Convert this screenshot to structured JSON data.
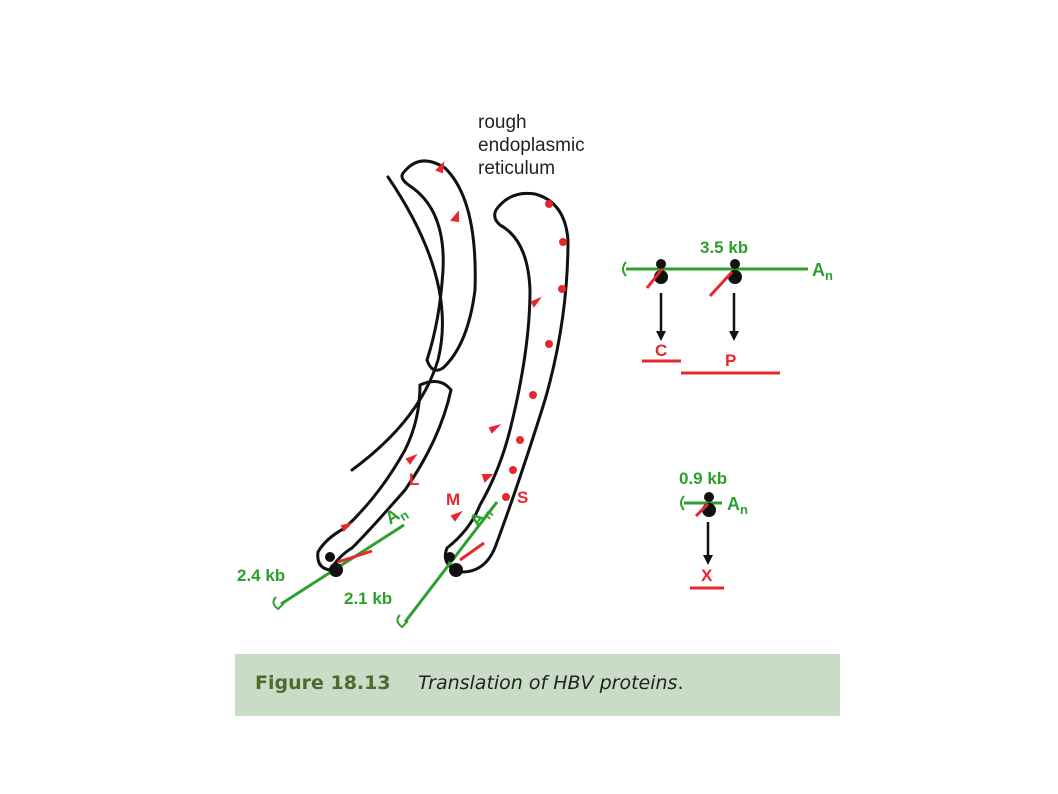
{
  "colors": {
    "membrane": "#111111",
    "mrna": "#2ca02c",
    "protein": "#e8262d",
    "caption_bg": "#c8dcc6",
    "caption_number": "#4e6a2c"
  },
  "er_label": {
    "line1": "rough",
    "line2": "endoplasmic",
    "line3": "reticulum"
  },
  "mrnas": {
    "left_size": "2.4 kb",
    "middle_size": "2.1 kb",
    "top_right_size": "3.5 kb",
    "bottom_right_size": "0.9 kb",
    "poly_a": "A",
    "poly_a_sub": "n"
  },
  "proteins": {
    "L": "L",
    "M": "M",
    "S": "S",
    "C": "C",
    "P": "P",
    "X": "X"
  },
  "caption": {
    "number": "Figure 18.13",
    "title": "Translation of HBV proteins",
    "period": "."
  }
}
